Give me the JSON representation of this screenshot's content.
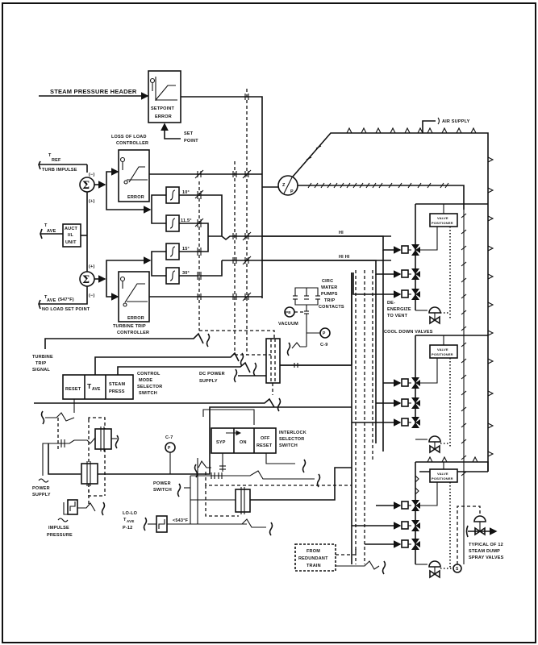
{
  "diagram": {
    "title": "Steam Dump Control System Schematic",
    "labels": {
      "steam_pressure_header": "STEAM PRESSURE HEADER",
      "setpoint_error": "SETPOINT",
      "setpoint_error_2": "ERROR",
      "set_point_1": "SET",
      "set_point_2": "POINT",
      "loss_of_load_1": "LOSS OF LOAD",
      "loss_of_load_2": "CONTROLLER",
      "t_ref_1": "T",
      "t_ref_sub": "REF",
      "turb_impulse": "TURB IMPULSE",
      "minus": "(−)",
      "plus": "(+)",
      "sigma": "Σ",
      "error": "ERROR",
      "t_ave": "T",
      "ave_sub": "AVE",
      "auct_1": "AUCT",
      "auct_2": "I/L",
      "auct_3": "UNIT",
      "tave_547": "(547°F)",
      "no_load_set_point": "NO LOAD SET POINT",
      "turbine_trip_1": "TURBINE TRIP",
      "turbine_trip_2": "CONTROLLER",
      "thresholds": [
        "10°",
        "11.5°",
        "15°",
        "30°"
      ],
      "zp_z": "Z",
      "zp_p": "P",
      "air_supply": "AIR SUPPLY",
      "hi": "HI",
      "hi_hi": "HI HI",
      "valve_positioner_1": "VALVE",
      "valve_positioner_2": "POSITIONER",
      "circ_1": "CIRC",
      "circ_2": "WATER",
      "circ_3": "PUMPS",
      "circ_4": "TRIP",
      "circ_5": "CONTACTS",
      "pb": "PB",
      "vacuum": "VACUUM",
      "p": "P",
      "c9": "C-9",
      "c7": "C-7",
      "de_energize_1": "DE-",
      "de_energize_2": "ENERGIZE",
      "de_energize_3": "TO VENT",
      "cool_down_valves": "COOL DOWN VALVES",
      "turbine_trip_signal_1": "TURBINE",
      "turbine_trip_signal_2": "TRIP",
      "turbine_trip_signal_3": "SIGNAL",
      "reset": "RESET",
      "tave_switch": "AVE",
      "steam_press_1": "STEAM",
      "steam_press_2": "PRESS",
      "control_mode_1": "CONTROL",
      "control_mode_2": "MODE",
      "control_mode_3": "SELECTOR",
      "control_mode_4": "SWITCH",
      "dc_power_1": "DC POWER",
      "dc_power_2": "SUPPLY",
      "power_supply_1": "POWER",
      "power_supply_2": "SUPPLY",
      "impulse_pressure_1": "IMPULSE",
      "impulse_pressure_2": "PRESSURE",
      "syp": "SYP",
      "on": "ON",
      "off": "OFF",
      "off_reset": "RESET",
      "interlock_1": "INTERLOCK",
      "interlock_2": "SELECTOR",
      "interlock_3": "SWITCH",
      "power_switch_1": "POWER",
      "power_switch_2": "SWITCH",
      "lolo_1": "LO-LO",
      "lolo_2": "AVE",
      "lolo_3": "P-12",
      "lt_543": "<543°F",
      "redundant_1": "FROM",
      "redundant_2": "REDUNDANT",
      "redundant_3": "TRAIN",
      "typical_1": "TYPICAL OF 12",
      "typical_2": "STEAM DUMP",
      "typical_3": "SPRAY VALVES",
      "s": "S"
    }
  }
}
